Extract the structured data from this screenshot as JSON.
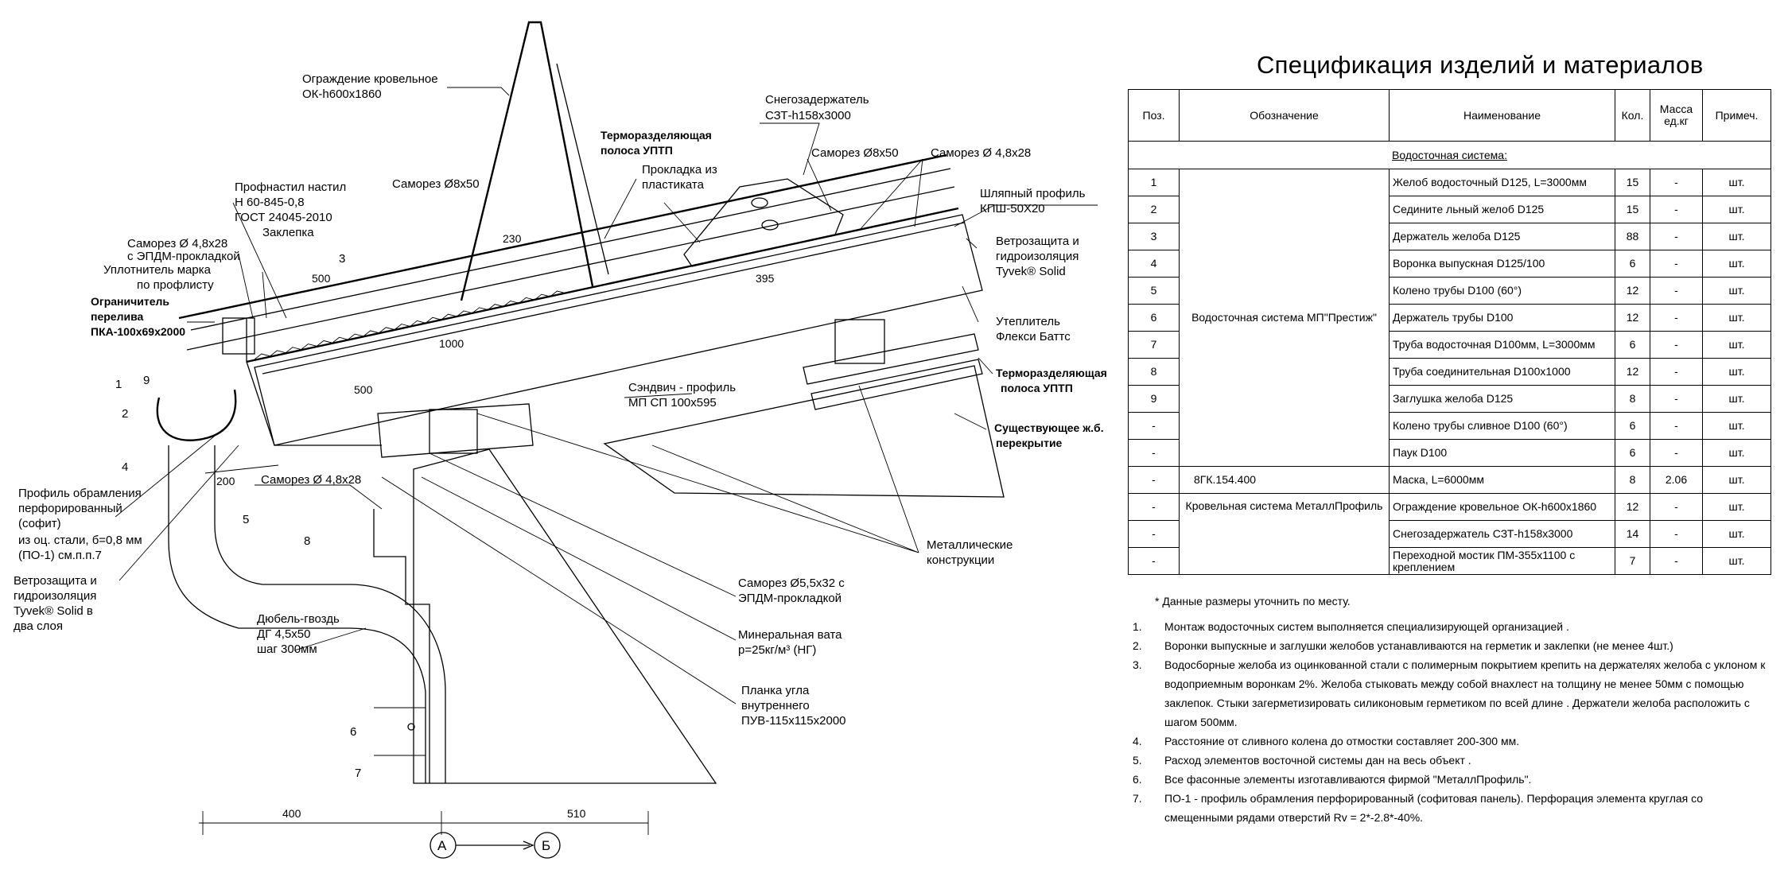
{
  "spec": {
    "title": "Спецификация изделий и материалов",
    "headers": {
      "pos": "Поз.",
      "designation": "Обозначение",
      "name": "Наименование",
      "qty": "Кол.",
      "mass": "Масса ед.кг",
      "note": "Примеч."
    },
    "section": "Водосточная система:",
    "group_gutter": "Водосточная система МП\"Престиж\"",
    "group_mp": "Кровельная система МеталлПрофиль",
    "rows": [
      {
        "pos": "1",
        "designation": "",
        "name": "Желоб водосточный D125, L=3000мм",
        "qty": "15",
        "mass": "-",
        "note": "шт."
      },
      {
        "pos": "2",
        "designation": "",
        "name": "Седините льный желоб D125",
        "qty": "15",
        "mass": "-",
        "note": "шт."
      },
      {
        "pos": "3",
        "designation": "",
        "name": "Держатель желоба D125",
        "qty": "88",
        "mass": "-",
        "note": "шт."
      },
      {
        "pos": "4",
        "designation": "",
        "name": "Воронка выпускная D125/100",
        "qty": "6",
        "mass": "-",
        "note": "шт."
      },
      {
        "pos": "5",
        "designation": "",
        "name": "Колено трубы D100 (60°)",
        "qty": "12",
        "mass": "-",
        "note": "шт."
      },
      {
        "pos": "6",
        "designation": "",
        "name": "Держатель трубы D100",
        "qty": "12",
        "mass": "-",
        "note": "шт."
      },
      {
        "pos": "7",
        "designation": "",
        "name": "Труба водосточная D100мм, L=3000мм",
        "qty": "6",
        "mass": "-",
        "note": "шт."
      },
      {
        "pos": "8",
        "designation": "",
        "name": "Труба соединительная D100x1000",
        "qty": "12",
        "mass": "-",
        "note": "шт."
      },
      {
        "pos": "9",
        "designation": "",
        "name": "Заглушка желоба D125",
        "qty": "8",
        "mass": "-",
        "note": "шт."
      },
      {
        "pos": "-",
        "designation": "",
        "name": "Колено трубы сливное D100 (60°)",
        "qty": "6",
        "mass": "-",
        "note": "шт."
      },
      {
        "pos": "-",
        "designation": "",
        "name": "Паук D100",
        "qty": "6",
        "mass": "-",
        "note": "шт."
      },
      {
        "pos": "-",
        "designation": "8ГК.154.400",
        "name": "Маска, L=6000мм",
        "qty": "8",
        "mass": "2.06",
        "note": "шт."
      },
      {
        "pos": "-",
        "designation": "",
        "name": "Ограждение кровельное ОК-h600x1860",
        "qty": "12",
        "mass": "-",
        "note": "шт."
      },
      {
        "pos": "-",
        "designation": "",
        "name": "Снегозадержатель СЗТ-h158x3000",
        "qty": "14",
        "mass": "-",
        "note": "шт."
      },
      {
        "pos": "-",
        "designation": "",
        "name": "Переходной мостик ПМ-355x1100 с креплением",
        "qty": "7",
        "mass": "-",
        "note": "шт."
      }
    ]
  },
  "notes": {
    "star": "* Данные размеры уточнить по месту.",
    "items": [
      {
        "n": "1.",
        "t": "Монтаж водосточных систем выполняется специализирующей организацией ."
      },
      {
        "n": "2.",
        "t": "Воронки выпускные и заглушки желобов устанавливаются на герметик и заклепки  (не менее 4шт.)"
      },
      {
        "n": "3.",
        "t": "Водосборные желоба из оцинкованной стали с полимерным покрытием крепить на держателях желоба с уклоном к водоприемным воронкам 2%. Желоба стыковать между собой  внахлест на толщину не менее 50мм с помощью заклепок. Стыки загерметизировать силиконовым герметиком по всей длине . Держатели желоба расположить с шагом 500мм."
      },
      {
        "n": "4.",
        "t": "Расстояние от сливного колена до отмостки составляет  200-300 мм."
      },
      {
        "n": "5.",
        "t": "Расход элементов восточной системы дан на весь объект ."
      },
      {
        "n": "6.",
        "t": "Все фасонные элементы изготавливаются фирмой  \"МеталлПрофиль\"."
      },
      {
        "n": "7.",
        "t": "ПО-1 - профиль обрамления перфорированный  (софитовая панель). Перфорация элемента круглая со смещенными рядами отверстий  Rv = 2*-2.8*-40%."
      }
    ]
  },
  "drawing": {
    "labels": {
      "fence1": "Ограждение кровельное",
      "fence2": "ОК-h600x1860",
      "snow1": "Снегозадержатель",
      "snow2": "СЗТ-h158x3000",
      "thermo1a": "Терморазделяющая",
      "thermo1b": "полоса УПТП",
      "gasket1": "Прокладка из",
      "gasket2": "пластиката",
      "screw8x50a": "Саморез Ø8х50",
      "screw8x50b": "Саморез Ø8х50",
      "screw48a": "Саморез Ø 4,8x28",
      "hat1": "Шляпный профиль",
      "hat2": "КПШ-50Х20",
      "prof1": "Профнастил настил",
      "prof2": "Н 60-845-0,8",
      "prof3": "ГОСТ 24045-2010",
      "prof4": "Заклепка",
      "screw48b1": "Саморез Ø 4,8x28",
      "screw48b2": "с ЭПДМ-прокладкой",
      "seal1": "Уплотнитель марка",
      "seal2": "по профлисту",
      "limit1": "Ограничитель",
      "limit2": "перелива",
      "limit3": "ПКА-100x69x2000",
      "wind1": "Ветрозащита и",
      "wind2": "гидроизоляция",
      "wind3": "Tyvek® Solid",
      "ins1": "Утеплитель",
      "ins2": "Флекси Баттс",
      "thermo2a": "Терморазделяющая",
      "thermo2b": "полоса УПТП",
      "sand1": "Сэндвич - профиль",
      "sand2": "МП СП 100x595",
      "slab1": "Существующее ж.б.",
      "slab2": "перекрытие",
      "soffit1": "Профиль обрамления",
      "soffit2": "перфорированный",
      "soffit3": "(софит)",
      "soffit4": "из оц. стали, б=0,8 мм",
      "soffit5": "(ПО-1) см.п.п.7",
      "screw48c": "Саморез Ø 4,8x28",
      "windL1": "Ветрозащита и",
      "windL2": "гидроизоляция",
      "windL3": "Tyvek® Solid в",
      "windL4": "два слоя",
      "dowel1": "Дюбель-гвоздь",
      "dowel2": "ДГ 4,5x50",
      "dowel3": "шаг 300мм",
      "metal1": "Металлические",
      "metal2": "конструкции",
      "screw55a": "Саморез Ø5,5x32 с",
      "screw55b": "ЭПДМ-прокладкой",
      "wool1": "Минеральная вата",
      "wool2": "р=25кг/м³ (НГ)",
      "plank1": "Планка угла",
      "plank2": "внутреннего",
      "plank3": "ПУВ-115х115х2000"
    },
    "dims": {
      "d230": "230",
      "d500a": "500",
      "d395": "395",
      "d1000": "1000",
      "d500b": "500",
      "d200": "200",
      "d400": "400",
      "d510": "510"
    },
    "positions": [
      "1",
      "9",
      "2",
      "4",
      "5",
      "8",
      "6",
      "7",
      "3"
    ],
    "axes": {
      "a": "А",
      "b": "Б"
    }
  }
}
